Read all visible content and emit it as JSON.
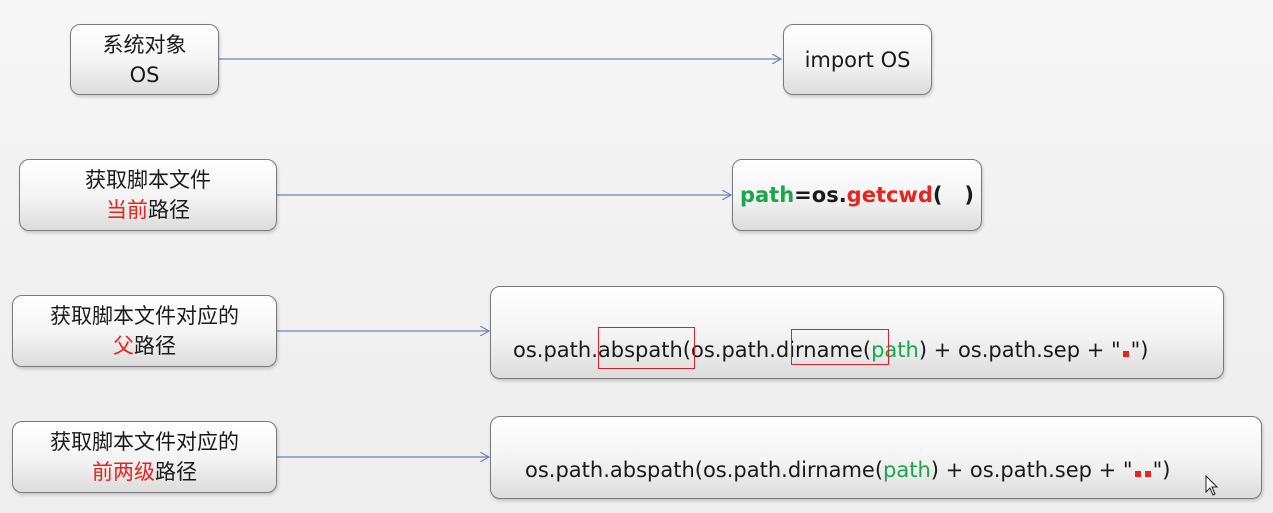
{
  "rows": [
    {
      "left": {
        "line1": "系统对象",
        "line2": "OS"
      },
      "right": {
        "code": "import OS"
      }
    },
    {
      "left": {
        "line1": "获取脚本文件",
        "line2_red": "当前",
        "line2_rest": "路径"
      },
      "right": {
        "var": "path",
        "eq": "=os.",
        "fn": "getcwd",
        "args": "(   )"
      }
    },
    {
      "left": {
        "line1": "获取脚本文件对应的",
        "line2_red": "父",
        "line2_rest": "路径"
      },
      "right": {
        "p1": "os.path",
        "abspath": ".abspath",
        "p2": "(os.path",
        "dirname": ".dirname",
        "p3": "(",
        "var": "path",
        "p4": ") + os.path.sep + \"",
        "p5": "\")"
      }
    },
    {
      "left": {
        "line1": "获取脚本文件对应的",
        "line2_red": "前两级",
        "line2_rest": "路径"
      },
      "right": {
        "p1": "os.path.abspath(os.path.dirname(",
        "var": "path",
        "p2": ") + os.path.sep + \"",
        "p3": "\")"
      }
    }
  ],
  "colors": {
    "arrow": "#6d84b8",
    "highlight": "#e02020",
    "keyword_green": "#1aa64b",
    "keyword_red": "#e8241c"
  }
}
